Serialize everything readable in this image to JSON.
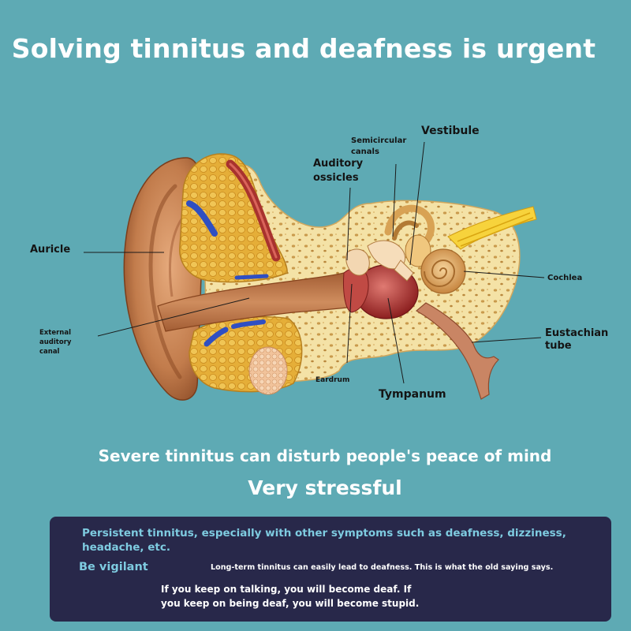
{
  "headline": "Solving tinnitus and deafness is urgent",
  "diagram": {
    "labels": {
      "auricle": "Auricle",
      "external_canal": [
        "External",
        "auditory",
        "canal"
      ],
      "semicircular": [
        "Semicircular",
        "canals"
      ],
      "vestibule": "Vestibule",
      "ossicles": [
        "Auditory",
        "ossicles"
      ],
      "cochlea": "Cochlea",
      "eustachian": [
        "Eustachian",
        "tube"
      ],
      "eardrum": "Eardrum",
      "tympanum": "Tympanum"
    }
  },
  "subheading": "Severe tinnitus can disturb people's peace of mind",
  "emphasis": "Very stressful",
  "panel": {
    "persistent": "Persistent tinnitus, especially with other symptoms such as deafness, dizziness, headache, etc.",
    "vigilant": "Be vigilant",
    "longterm": "Long-term tinnitus can easily lead to deafness. This is what the old saying says.",
    "saying": "If you keep on talking, you will become deaf. If you keep on being deaf, you will become stupid."
  },
  "colors": {
    "background": "#5eaab4",
    "panel": "#28284a",
    "panel_accent_text": "#7ecbe0",
    "bone": "#f5e3a3",
    "fat": "#e7b23d",
    "skin": "#b36a3e"
  }
}
